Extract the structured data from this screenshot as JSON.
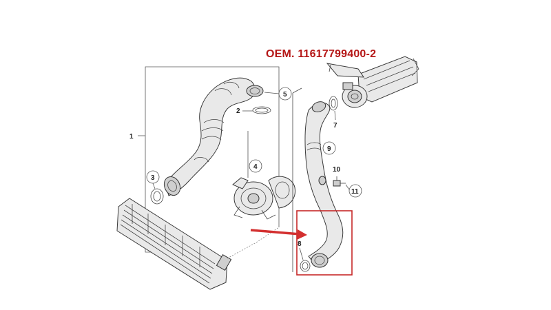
{
  "oem_label": "OEM. 11617799400-2",
  "callouts": [
    "1",
    "2",
    "3",
    "4",
    "5",
    "7",
    "8",
    "9",
    "10",
    "11"
  ],
  "colors": {
    "highlight_box": "#c62828",
    "arrow": "#d32f2f",
    "oem_text": "#b51717"
  }
}
